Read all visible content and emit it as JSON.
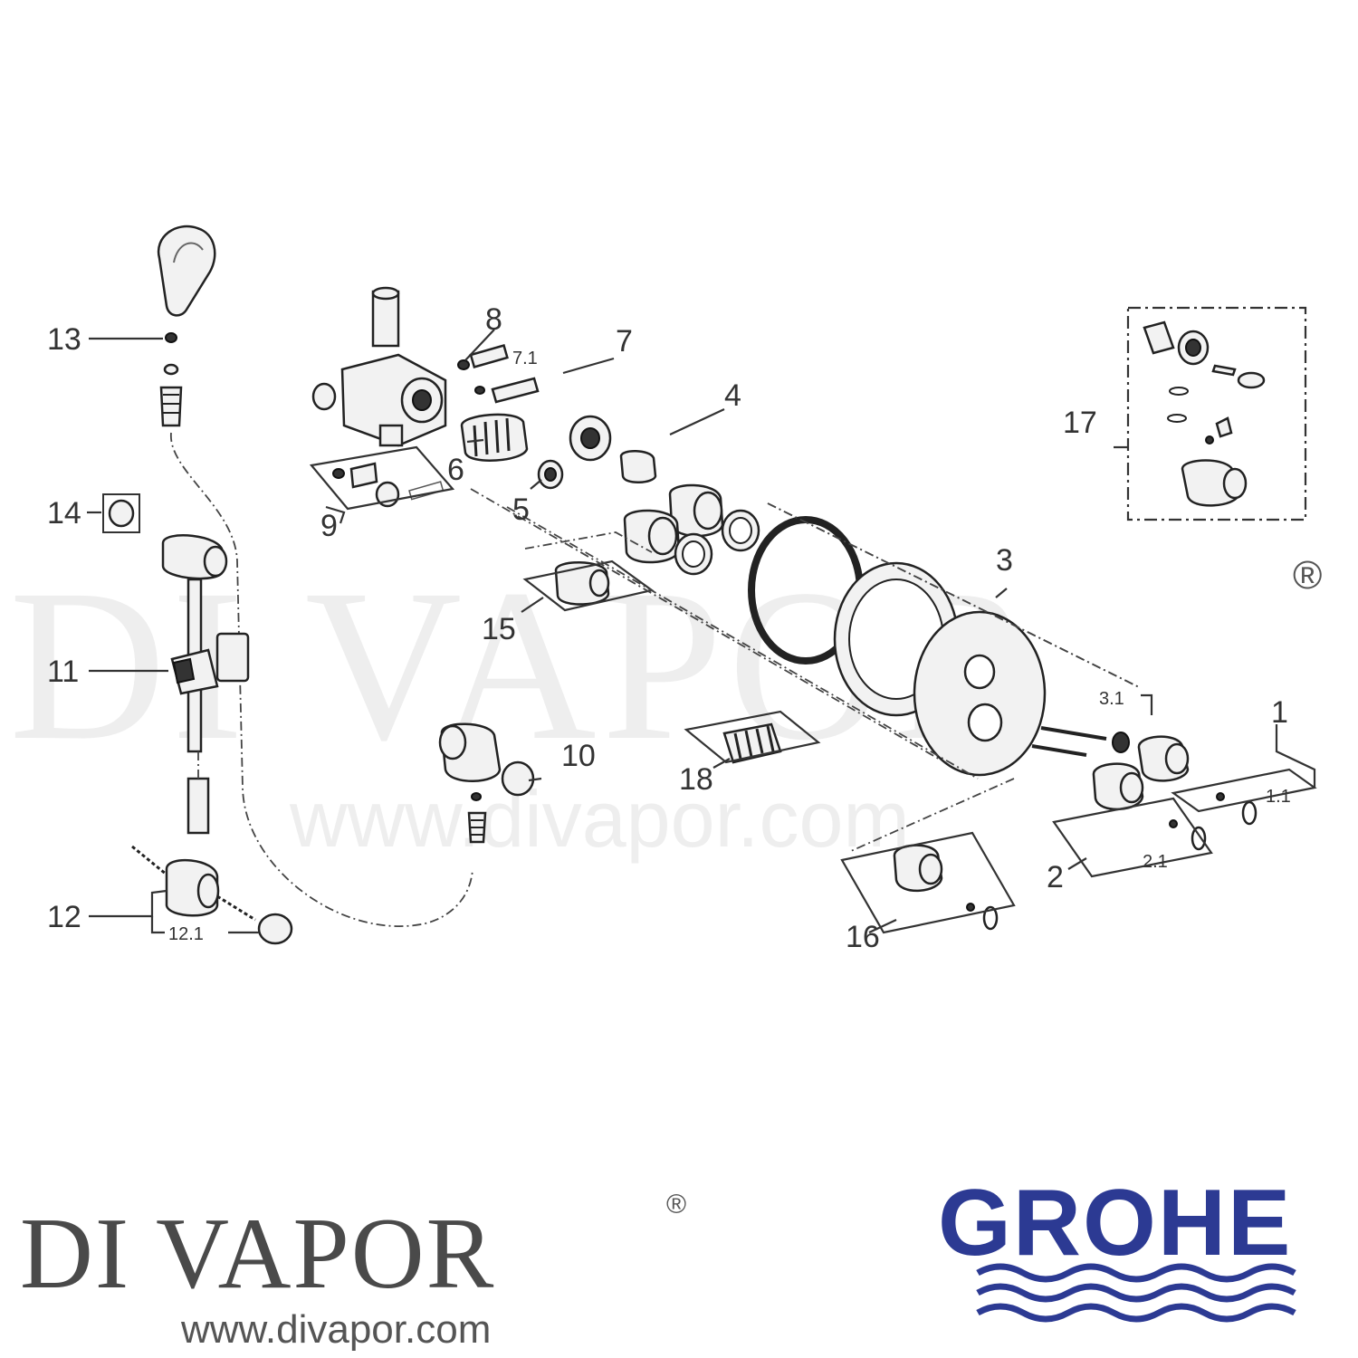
{
  "watermark": {
    "text": "DI VAPOR",
    "registered": "®",
    "url": "www.divapor.com"
  },
  "brand": {
    "name": "DI VAPOR",
    "registered": "®",
    "url": "www.divapor.com"
  },
  "manufacturer_logo": {
    "text": "GROHE",
    "color": "#2c3a93"
  },
  "callouts": {
    "c1": "1",
    "c1_1": "1.1",
    "c2": "2",
    "c2_1": "2.1",
    "c3": "3",
    "c3_1": "3.1",
    "c4": "4",
    "c5": "5",
    "c6": "6",
    "c7": "7",
    "c7_1": "7.1",
    "c8": "8",
    "c9": "9",
    "c10": "10",
    "c11": "11",
    "c12": "12",
    "c12_1": "12.1",
    "c13": "13",
    "c14": "14",
    "c15": "15",
    "c16": "16",
    "c17": "17",
    "c18": "18"
  }
}
